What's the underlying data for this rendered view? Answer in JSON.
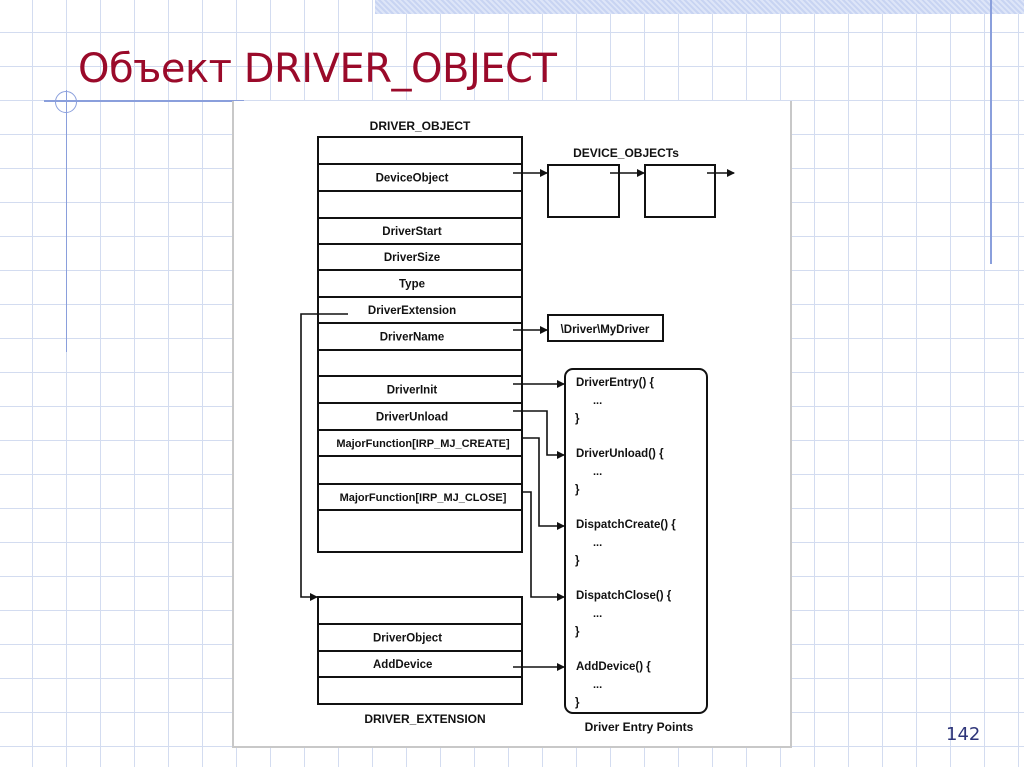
{
  "slide": {
    "title": "Объект DRIVER_OBJECT",
    "page_number": "142",
    "title_color": "#9a0a2a",
    "accent_color": "#8a9fdc"
  },
  "diagram": {
    "driver_object": {
      "caption": "DRIVER_OBJECT",
      "rows": [
        "",
        "DeviceObject",
        "",
        "DriverStart",
        "DriverSize",
        "Type",
        "DriverExtension",
        "DriverName",
        "",
        "DriverInit",
        "DriverUnload",
        "MajorFunction[IRP_MJ_CREATE]",
        "",
        "MajorFunction[IRP_MJ_CLOSE]",
        ""
      ]
    },
    "device_objects": {
      "caption": "DEVICE_OBJECTs"
    },
    "driver_name_value": "\\Driver\\MyDriver",
    "driver_extension": {
      "caption": "DRIVER_EXTENSION",
      "rows": [
        "",
        "DriverObject",
        "AddDevice",
        ""
      ]
    },
    "entry_points": {
      "caption": "Driver Entry Points",
      "functions": [
        {
          "header": "DriverEntry() {",
          "body": "...",
          "close": "}"
        },
        {
          "header": "DriverUnload() {",
          "body": "...",
          "close": "}"
        },
        {
          "header": "DispatchCreate() {",
          "body": "...",
          "close": "}"
        },
        {
          "header": "DispatchClose() {",
          "body": "...",
          "close": "}"
        },
        {
          "header": "AddDevice() {",
          "body": "...",
          "close": "}"
        }
      ]
    }
  }
}
